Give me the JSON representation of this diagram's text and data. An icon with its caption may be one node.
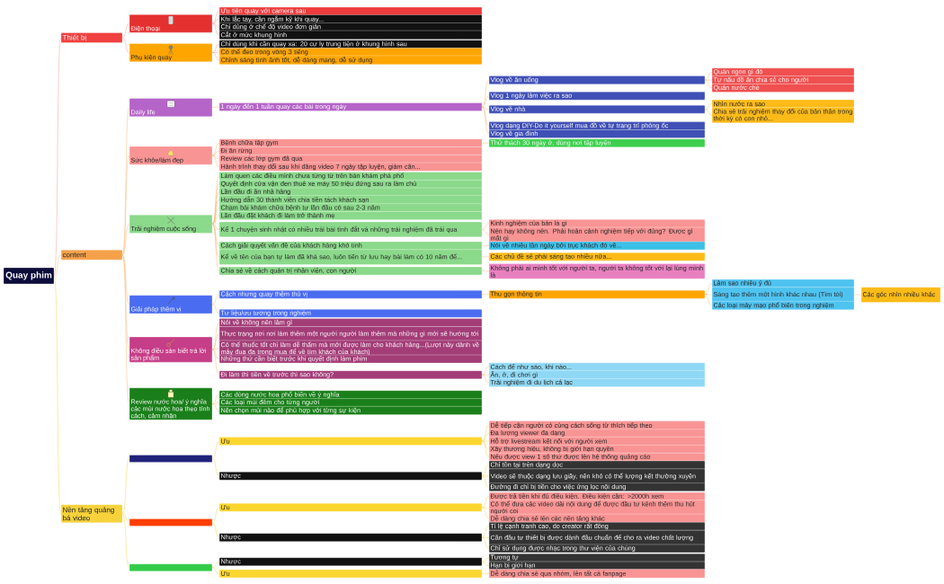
{
  "diagram": {
    "nodes": [
      {
        "text": [
          "Quay phim"
        ]
      },
      {
        "text": [
          "Thiết bị"
        ]
      },
      {
        "text": [
          "Điện thoại"
        ]
      },
      {
        "text": [
          "Ưu tiên quay với camera sau"
        ]
      },
      {
        "text": [
          "Khi lắc tay, cần ngắm kỹ khi quay..."
        ]
      },
      {
        "text": [
          "Chỉ dùng ở chế độ video đơn giản"
        ]
      },
      {
        "text": [
          "Cắt ở mức khung hình"
        ]
      },
      {
        "text": [
          "Phụ kiện quay"
        ]
      },
      {
        "text": [
          "Chỉ dùng khi cần quay xa: 20 cự ly trung tiện ở khung hình sau"
        ]
      },
      {
        "text": [
          "Có thể đeo trong vòng 3 tiếng"
        ]
      },
      {
        "text": [
          "Chỉnh sáng tình ảnh tốt, dễ dàng mang, dễ sử dụng"
        ]
      },
      {
        "text": [
          "content"
        ]
      },
      {
        "text": [
          "Daily life"
        ]
      },
      {
        "text": [
          "1 ngày đến 1 tuần quay các bài trong ngày"
        ]
      },
      {
        "text": [
          "Vlog về ăn uống"
        ]
      },
      {
        "text": [
          "Quán ngon gì đó"
        ]
      },
      {
        "text": [
          "Tự nấu đồ ăn chia sẻ cho người"
        ]
      },
      {
        "text": [
          "Quán nước chè"
        ]
      },
      {
        "text": [
          "Vlog 1 ngày làm việc ra sao"
        ]
      },
      {
        "text": [
          "Vlog về nhà"
        ]
      },
      {
        "text": [
          "Nhìn nước ra sao"
        ]
      },
      {
        "text": [
          "Chia sẻ trải nghiệm thay đổi của bản thân trong thời kỳ có con nhỏ..."
        ]
      },
      {
        "text": [
          "Vlog dạng DIY-Do it yourself mua đồ về tự trang trí phòng ốc"
        ]
      },
      {
        "text": [
          "Vlog về gia đình"
        ]
      },
      {
        "text": [
          "Sức khỏe/làm đẹp"
        ]
      },
      {
        "text": [
          "Bệnh chữa tập gym"
        ]
      },
      {
        "text": [
          "Thử thách 30 ngày ở, dùng nơi tập luyện"
        ]
      },
      {
        "text": [
          "Đi ăn rừng"
        ]
      },
      {
        "text": [
          "Review các lớp gym đã qua"
        ]
      },
      {
        "text": [
          "Hành trình thay đổi sau khi đăng video 7 ngày tập luyện, giảm cân..."
        ]
      },
      {
        "text": [
          "Trải nghiệm cuộc sống"
        ]
      },
      {
        "text": [
          "Làm quen các điều mình chưa từng từ trên bàn khám phá phố"
        ]
      },
      {
        "text": [
          "Quyết định cửa vận đen thuê xe máy 50 triệu đứng sau ra làm chủ"
        ]
      },
      {
        "text": [
          "Lần đầu đi ăn nhà hàng"
        ]
      },
      {
        "text": [
          "Hướng dẫn 30 thành viên chia tiền tách khách sạn"
        ]
      },
      {
        "text": [
          "Chạm bài khám chữa bệnh tư lần đầu có sau 2-3 năm"
        ]
      },
      {
        "text": [
          "Lần đầu đặt khách đi làm trở thành mẹ"
        ]
      },
      {
        "text": [
          "Kể 1 chuyện sinh nhật có nhiều trải bài tình đắt và những trải nghiệm đã trải qua"
        ]
      },
      {
        "text": [
          "Kinh nghiệm của bản là gì"
        ]
      },
      {
        "text": [
          "Nên hay không nên. Phải hoàn cảnh nghiệm tiếp với đúng? Được gì mất gì"
        ]
      },
      {
        "text": [
          "Cách giải quyết vấn đề của khách hàng khó tính"
        ]
      },
      {
        "text": [
          "Nói về nhiều lần ngày bởi trục khách đó về..."
        ]
      },
      {
        "text": [
          "Kể về tên của bạn tự làm đã khá sao, luôn tiến từ lưu hay bài làm có 10 năm để..."
        ]
      },
      {
        "text": [
          "Các chủ đề sẽ phải sáng tạo nhiều nữa..."
        ]
      },
      {
        "text": [
          "Chia sẻ về cách quản trị nhân viên, con người"
        ]
      },
      {
        "text": [
          "Không phải ai mình tốt với người ta, người ta không tốt với lại lùng mình là"
        ]
      },
      {
        "text": [
          "Giải pháp thêm vị"
        ]
      },
      {
        "text": [
          "Cách nhưng quay thêm thú vị"
        ]
      },
      {
        "text": [
          "Thu gọn thông tin"
        ]
      },
      {
        "text": [
          "Làm sao nhiều ý đủ"
        ]
      },
      {
        "text": [
          "Sáng tạo thêm một hình khác nhau (Tìm tòi)"
        ]
      },
      {
        "text": [
          "Các góc nhìn nhiều khác"
        ]
      },
      {
        "text": [
          "Các loại máy mạo phổ biến trong nghiệm"
        ]
      },
      {
        "text": [
          "Tư liệu/ưu tương trong nghiệm"
        ]
      },
      {
        "text": [
          "Không điều sản biết trả lời sản phẩm"
        ]
      },
      {
        "text": [
          "Nói về không nên làm gì"
        ]
      },
      {
        "text": [
          "Thực trạng nơi nơi làm thêm một người người làm thêm mà những gì mới sẽ hướng tới"
        ]
      },
      {
        "text": [
          "Có thể thuốc tốt chỉ làm dễ thấm mà mới được làm cho khách hàng...(Lượt này dành về mảy đua đa trong mua để về tìm khách của khách)"
        ]
      },
      {
        "text": [
          "Những thứ cần biết trước khi quyết định làm phim"
        ]
      },
      {
        "text": [
          "Đi làm thì tiền về trước thì sao không?"
        ]
      },
      {
        "text": [
          "Cách để như sáo, khi nào..."
        ]
      },
      {
        "text": [
          "Ăn, ở, đi chơi gì"
        ]
      },
      {
        "text": [
          "Trải nghiệm đi du lịch cá lạc"
        ]
      },
      {
        "text": [
          "Review nước hoa/ ý nghĩa các mùi nước hoa theo tính cách, cảm nhận"
        ]
      },
      {
        "text": [
          "Các dòng nước hoa phổ biến về ý nghĩa"
        ]
      },
      {
        "text": [
          "Các loại mùi đêm cho từng người"
        ]
      },
      {
        "text": [
          "Nên chọn mùi nào để phù hợp với từng sự kiện"
        ]
      },
      {
        "text": [
          "Nền tảng quảng bá video"
        ]
      },
      {
        "text": [],
        "shape": "box"
      },
      {
        "text": [
          "Ưu"
        ]
      },
      {
        "text": [
          "Dễ tiếp cận người có cùng cách sống từ thích tiếp theo"
        ]
      },
      {
        "text": [
          "Đa lượng viewer đa dạng"
        ]
      },
      {
        "text": [
          "Hỗ trợ livestream kết nối với người xem"
        ]
      },
      {
        "text": [
          "Xây thương hiệu, không bị giới hạn quyền"
        ]
      },
      {
        "text": [
          "Nếu được view 1 số thứ được lên hệ thống quảng cáo"
        ]
      },
      {
        "text": [
          "Nhược"
        ]
      },
      {
        "text": [
          "Chỉ tồn tại trên dạng dọc"
        ]
      },
      {
        "text": [
          "Video sẽ thuộc dạng lưu giây, nên khó có thể lượng kết thường xuyên"
        ]
      },
      {
        "text": [
          "Đường đi chỉ bị tiền cho việc ứng lọc nội dung"
        ]
      },
      {
        "text": [],
        "shape": "box"
      },
      {
        "text": [
          "Ưu"
        ]
      },
      {
        "text": [
          "Được trả tiền khi đủ điều kiện. Điều kiện cần: >2000h xem"
        ]
      },
      {
        "text": [
          "Có thể đưa các video dài nội dung để được đầu tư kênh thêm thu hút người coi"
        ]
      },
      {
        "text": [
          "Dễ dàng chia sẻ lên các nền tảng khác"
        ]
      },
      {
        "text": [
          "Nhược"
        ]
      },
      {
        "text": [
          "Tỉ lệ cạnh tranh cao, do creator rất đông"
        ]
      },
      {
        "text": [
          "Cần đầu tư thiết bị được dành đầu chuẩn để cho ra video chất lượng"
        ]
      },
      {
        "text": [
          "Chỉ sử dụng được nhạc trong thư viện của chúng"
        ]
      },
      {
        "text": [],
        "shape": "box"
      },
      {
        "text": [
          "Nhược"
        ]
      },
      {
        "text": [
          "Tương tự"
        ]
      },
      {
        "text": [
          "Hạn bị giới hạn"
        ]
      },
      {
        "text": [
          "Ưu"
        ]
      },
      {
        "text": [
          "Dễ dàng chia sẻ qua nhóm, lên tất cả fanpage"
        ]
      }
    ],
    "edges": [
      {
        "from": 0,
        "to": 1,
        "arrow": "none",
        "color": "#f59a9a"
      },
      {
        "from": 1,
        "to": 2,
        "arrow": "none",
        "color": "#f59a9a"
      },
      {
        "from": 2,
        "to": 3,
        "arrow": "none",
        "color": "#f59a9a"
      },
      {
        "from": 2,
        "to": 4,
        "arrow": "none",
        "color": "#f59a9a"
      },
      {
        "from": 2,
        "to": 5,
        "arrow": "none",
        "color": "#f59a9a"
      },
      {
        "from": 2,
        "to": 6,
        "arrow": "none",
        "color": "#f59a9a"
      },
      {
        "from": 1,
        "to": 7,
        "arrow": "none",
        "color": "#f59a9a"
      },
      {
        "from": 7,
        "to": 8,
        "arrow": "none",
        "color": "#f59a9a"
      },
      {
        "from": 7,
        "to": 9,
        "arrow": "none",
        "color": "#f59a9a"
      },
      {
        "from": 7,
        "to": 10,
        "arrow": "none",
        "color": "#f59a9a"
      },
      {
        "from": 0,
        "to": 11,
        "arrow": "none"
      },
      {
        "from": 11,
        "to": 12,
        "arrow": "none"
      },
      {
        "from": 12,
        "to": 13,
        "arrow": "none"
      },
      {
        "from": 13,
        "to": 14,
        "arrow": "none"
      },
      {
        "from": 14,
        "to": 15,
        "arrow": "none"
      },
      {
        "from": 14,
        "to": 16,
        "arrow": "none"
      },
      {
        "from": 14,
        "to": 17,
        "arrow": "none"
      },
      {
        "from": 13,
        "to": 18,
        "arrow": "none"
      },
      {
        "from": 13,
        "to": 19,
        "arrow": "none"
      },
      {
        "from": 19,
        "to": 20,
        "arrow": "none"
      },
      {
        "from": 19,
        "to": 21,
        "arrow": "none"
      },
      {
        "from": 13,
        "to": 22,
        "arrow": "none"
      },
      {
        "from": 13,
        "to": 23,
        "arrow": "none"
      },
      {
        "from": 11,
        "to": 24,
        "arrow": "none"
      },
      {
        "from": 24,
        "to": 25,
        "arrow": "none"
      },
      {
        "from": 25,
        "to": 26,
        "arrow": "none"
      },
      {
        "from": 24,
        "to": 27,
        "arrow": "none"
      },
      {
        "from": 24,
        "to": 28,
        "arrow": "none"
      },
      {
        "from": 24,
        "to": 29,
        "arrow": "none"
      },
      {
        "from": 11,
        "to": 30,
        "arrow": "none"
      },
      {
        "from": 30,
        "to": 31,
        "arrow": "none"
      },
      {
        "from": 30,
        "to": 32,
        "arrow": "none"
      },
      {
        "from": 30,
        "to": 33,
        "arrow": "none"
      },
      {
        "from": 30,
        "to": 34,
        "arrow": "none"
      },
      {
        "from": 30,
        "to": 35,
        "arrow": "none"
      },
      {
        "from": 30,
        "to": 36,
        "arrow": "none"
      },
      {
        "from": 30,
        "to": 37,
        "arrow": "none"
      },
      {
        "from": 37,
        "to": 38,
        "arrow": "none"
      },
      {
        "from": 37,
        "to": 39,
        "arrow": "none"
      },
      {
        "from": 30,
        "to": 40,
        "arrow": "none"
      },
      {
        "from": 40,
        "to": 41,
        "arrow": "none"
      },
      {
        "from": 30,
        "to": 42,
        "arrow": "none"
      },
      {
        "from": 42,
        "to": 43,
        "arrow": "none"
      },
      {
        "from": 30,
        "to": 44,
        "arrow": "none"
      },
      {
        "from": 44,
        "to": 45,
        "arrow": "none"
      },
      {
        "from": 11,
        "to": 46,
        "arrow": "none"
      },
      {
        "from": 46,
        "to": 47,
        "arrow": "none"
      },
      {
        "from": 47,
        "to": 48,
        "arrow": "none"
      },
      {
        "from": 48,
        "to": 49,
        "arrow": "none"
      },
      {
        "from": 48,
        "to": 50,
        "arrow": "none"
      },
      {
        "from": 50,
        "to": 51,
        "arrow": "none"
      },
      {
        "from": 48,
        "to": 52,
        "arrow": "none"
      },
      {
        "from": 46,
        "to": 53,
        "arrow": "none"
      },
      {
        "from": 11,
        "to": 54,
        "arrow": "none"
      },
      {
        "from": 54,
        "to": 55,
        "arrow": "none"
      },
      {
        "from": 54,
        "to": 56,
        "arrow": "none"
      },
      {
        "from": 54,
        "to": 57,
        "arrow": "none"
      },
      {
        "from": 54,
        "to": 58,
        "arrow": "none"
      },
      {
        "from": 54,
        "to": 59,
        "arrow": "none"
      },
      {
        "from": 59,
        "to": 60,
        "arrow": "none"
      },
      {
        "from": 59,
        "to": 61,
        "arrow": "none"
      },
      {
        "from": 59,
        "to": 62,
        "arrow": "none"
      },
      {
        "from": 11,
        "to": 63,
        "arrow": "none"
      },
      {
        "from": 63,
        "to": 64,
        "arrow": "none"
      },
      {
        "from": 63,
        "to": 65,
        "arrow": "none"
      },
      {
        "from": 63,
        "to": 66,
        "arrow": "none"
      },
      {
        "from": 0,
        "to": 67,
        "arrow": "none",
        "color": "#f2d250"
      },
      {
        "from": 67,
        "to": 68,
        "arrow": "none",
        "color": "#f2d250"
      },
      {
        "from": 68,
        "to": 69,
        "arrow": "none",
        "color": "#f2d250"
      },
      {
        "from": 69,
        "to": 70,
        "arrow": "none",
        "color": "#f2d250"
      },
      {
        "from": 69,
        "to": 71,
        "arrow": "none",
        "color": "#f2d250"
      },
      {
        "from": 69,
        "to": 72,
        "arrow": "none",
        "color": "#f2d250"
      },
      {
        "from": 69,
        "to": 73,
        "arrow": "none",
        "color": "#f2d250"
      },
      {
        "from": 69,
        "to": 74,
        "arrow": "none",
        "color": "#f2d250"
      },
      {
        "from": 68,
        "to": 75,
        "arrow": "none",
        "color": "#f2d250"
      },
      {
        "from": 75,
        "to": 76,
        "arrow": "none",
        "color": "#f2d250"
      },
      {
        "from": 75,
        "to": 77,
        "arrow": "none",
        "color": "#f2d250"
      },
      {
        "from": 75,
        "to": 78,
        "arrow": "none",
        "color": "#f2d250"
      },
      {
        "from": 67,
        "to": 79,
        "arrow": "none",
        "color": "#f2d250"
      },
      {
        "from": 79,
        "to": 80,
        "arrow": "none",
        "color": "#f2d250"
      },
      {
        "from": 80,
        "to": 81,
        "arrow": "none",
        "color": "#f2d250"
      },
      {
        "from": 80,
        "to": 82,
        "arrow": "none",
        "color": "#f2d250"
      },
      {
        "from": 80,
        "to": 83,
        "arrow": "none",
        "color": "#f2d250"
      },
      {
        "from": 79,
        "to": 84,
        "arrow": "none",
        "color": "#f2d250"
      },
      {
        "from": 84,
        "to": 85,
        "arrow": "none",
        "color": "#f2d250"
      },
      {
        "from": 84,
        "to": 86,
        "arrow": "none",
        "color": "#f2d250"
      },
      {
        "from": 84,
        "to": 87,
        "arrow": "none",
        "color": "#f2d250"
      },
      {
        "from": 67,
        "to": 88,
        "arrow": "none",
        "color": "#f2d250"
      },
      {
        "from": 88,
        "to": 89,
        "arrow": "none",
        "color": "#f2d250"
      },
      {
        "from": 89,
        "to": 90,
        "arrow": "none",
        "color": "#f2d250"
      },
      {
        "from": 89,
        "to": 91,
        "arrow": "none",
        "color": "#f2d250"
      },
      {
        "from": 88,
        "to": 92,
        "arrow": "none",
        "color": "#f2d250"
      },
      {
        "from": 92,
        "to": 93,
        "arrow": "none",
        "color": "#f2d250"
      }
    ]
  }
}
